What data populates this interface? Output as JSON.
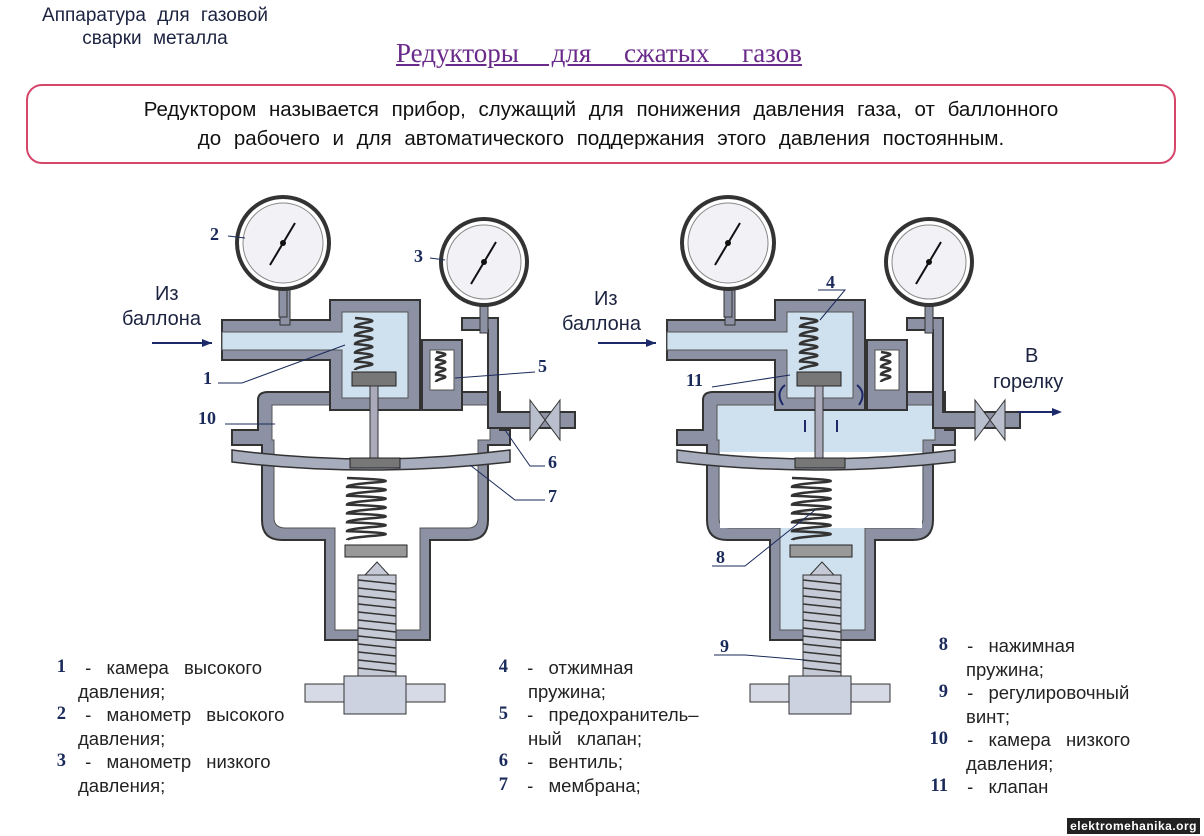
{
  "header": {
    "subject": [
      "Аппаратура для газовой",
      "сварки металла"
    ],
    "title": "Редукторы для сжатых газов",
    "definition": [
      "Редуктором называется прибор, служащий для понижения давления газа, от баллонного",
      "до рабочего и для автоматического поддержания этого давления постоянным."
    ]
  },
  "diagram": {
    "inlet_left": [
      "Из",
      "баллона"
    ],
    "inlet_right": [
      "Из",
      "баллона"
    ],
    "outlet": [
      "В",
      "горелку"
    ],
    "callouts_left": {
      "c1": "1",
      "c2": "2",
      "c3": "3",
      "c5": "5",
      "c6": "6",
      "c7": "7",
      "c10": "10"
    },
    "callouts_right": {
      "c4": "4",
      "c8": "8",
      "c9": "9",
      "c11": "11"
    }
  },
  "legend": {
    "col1": [
      {
        "num": "1",
        "text": [
          "камера высокого",
          "давления;"
        ]
      },
      {
        "num": "2",
        "text": [
          "манометр высокого",
          "давления;"
        ]
      },
      {
        "num": "3",
        "text": [
          "манометр низкого",
          "давления;"
        ]
      }
    ],
    "col2": [
      {
        "num": "4",
        "text": [
          "отжимная",
          "пружина;"
        ]
      },
      {
        "num": "5",
        "text": [
          "предохранитель–",
          "ный клапан;"
        ]
      },
      {
        "num": "6",
        "text": [
          "вентиль;"
        ]
      },
      {
        "num": "7",
        "text": [
          "мембрана;"
        ]
      }
    ],
    "col3": [
      {
        "num": "8",
        "text": [
          "нажимная",
          "пружина;"
        ]
      },
      {
        "num": "9",
        "text": [
          "регулировочный",
          "винт;"
        ]
      },
      {
        "num": "10",
        "text": [
          "камера низкого",
          "давления;"
        ]
      },
      {
        "num": "11",
        "text": [
          "клапан"
        ]
      }
    ]
  },
  "watermark": "elektromehanika.org",
  "colors": {
    "title": "#6a2a8a",
    "frame": "#d5466a",
    "body": "#8c91a3",
    "gas": "#cfe0ee",
    "numbers": "#1a2a5a"
  }
}
